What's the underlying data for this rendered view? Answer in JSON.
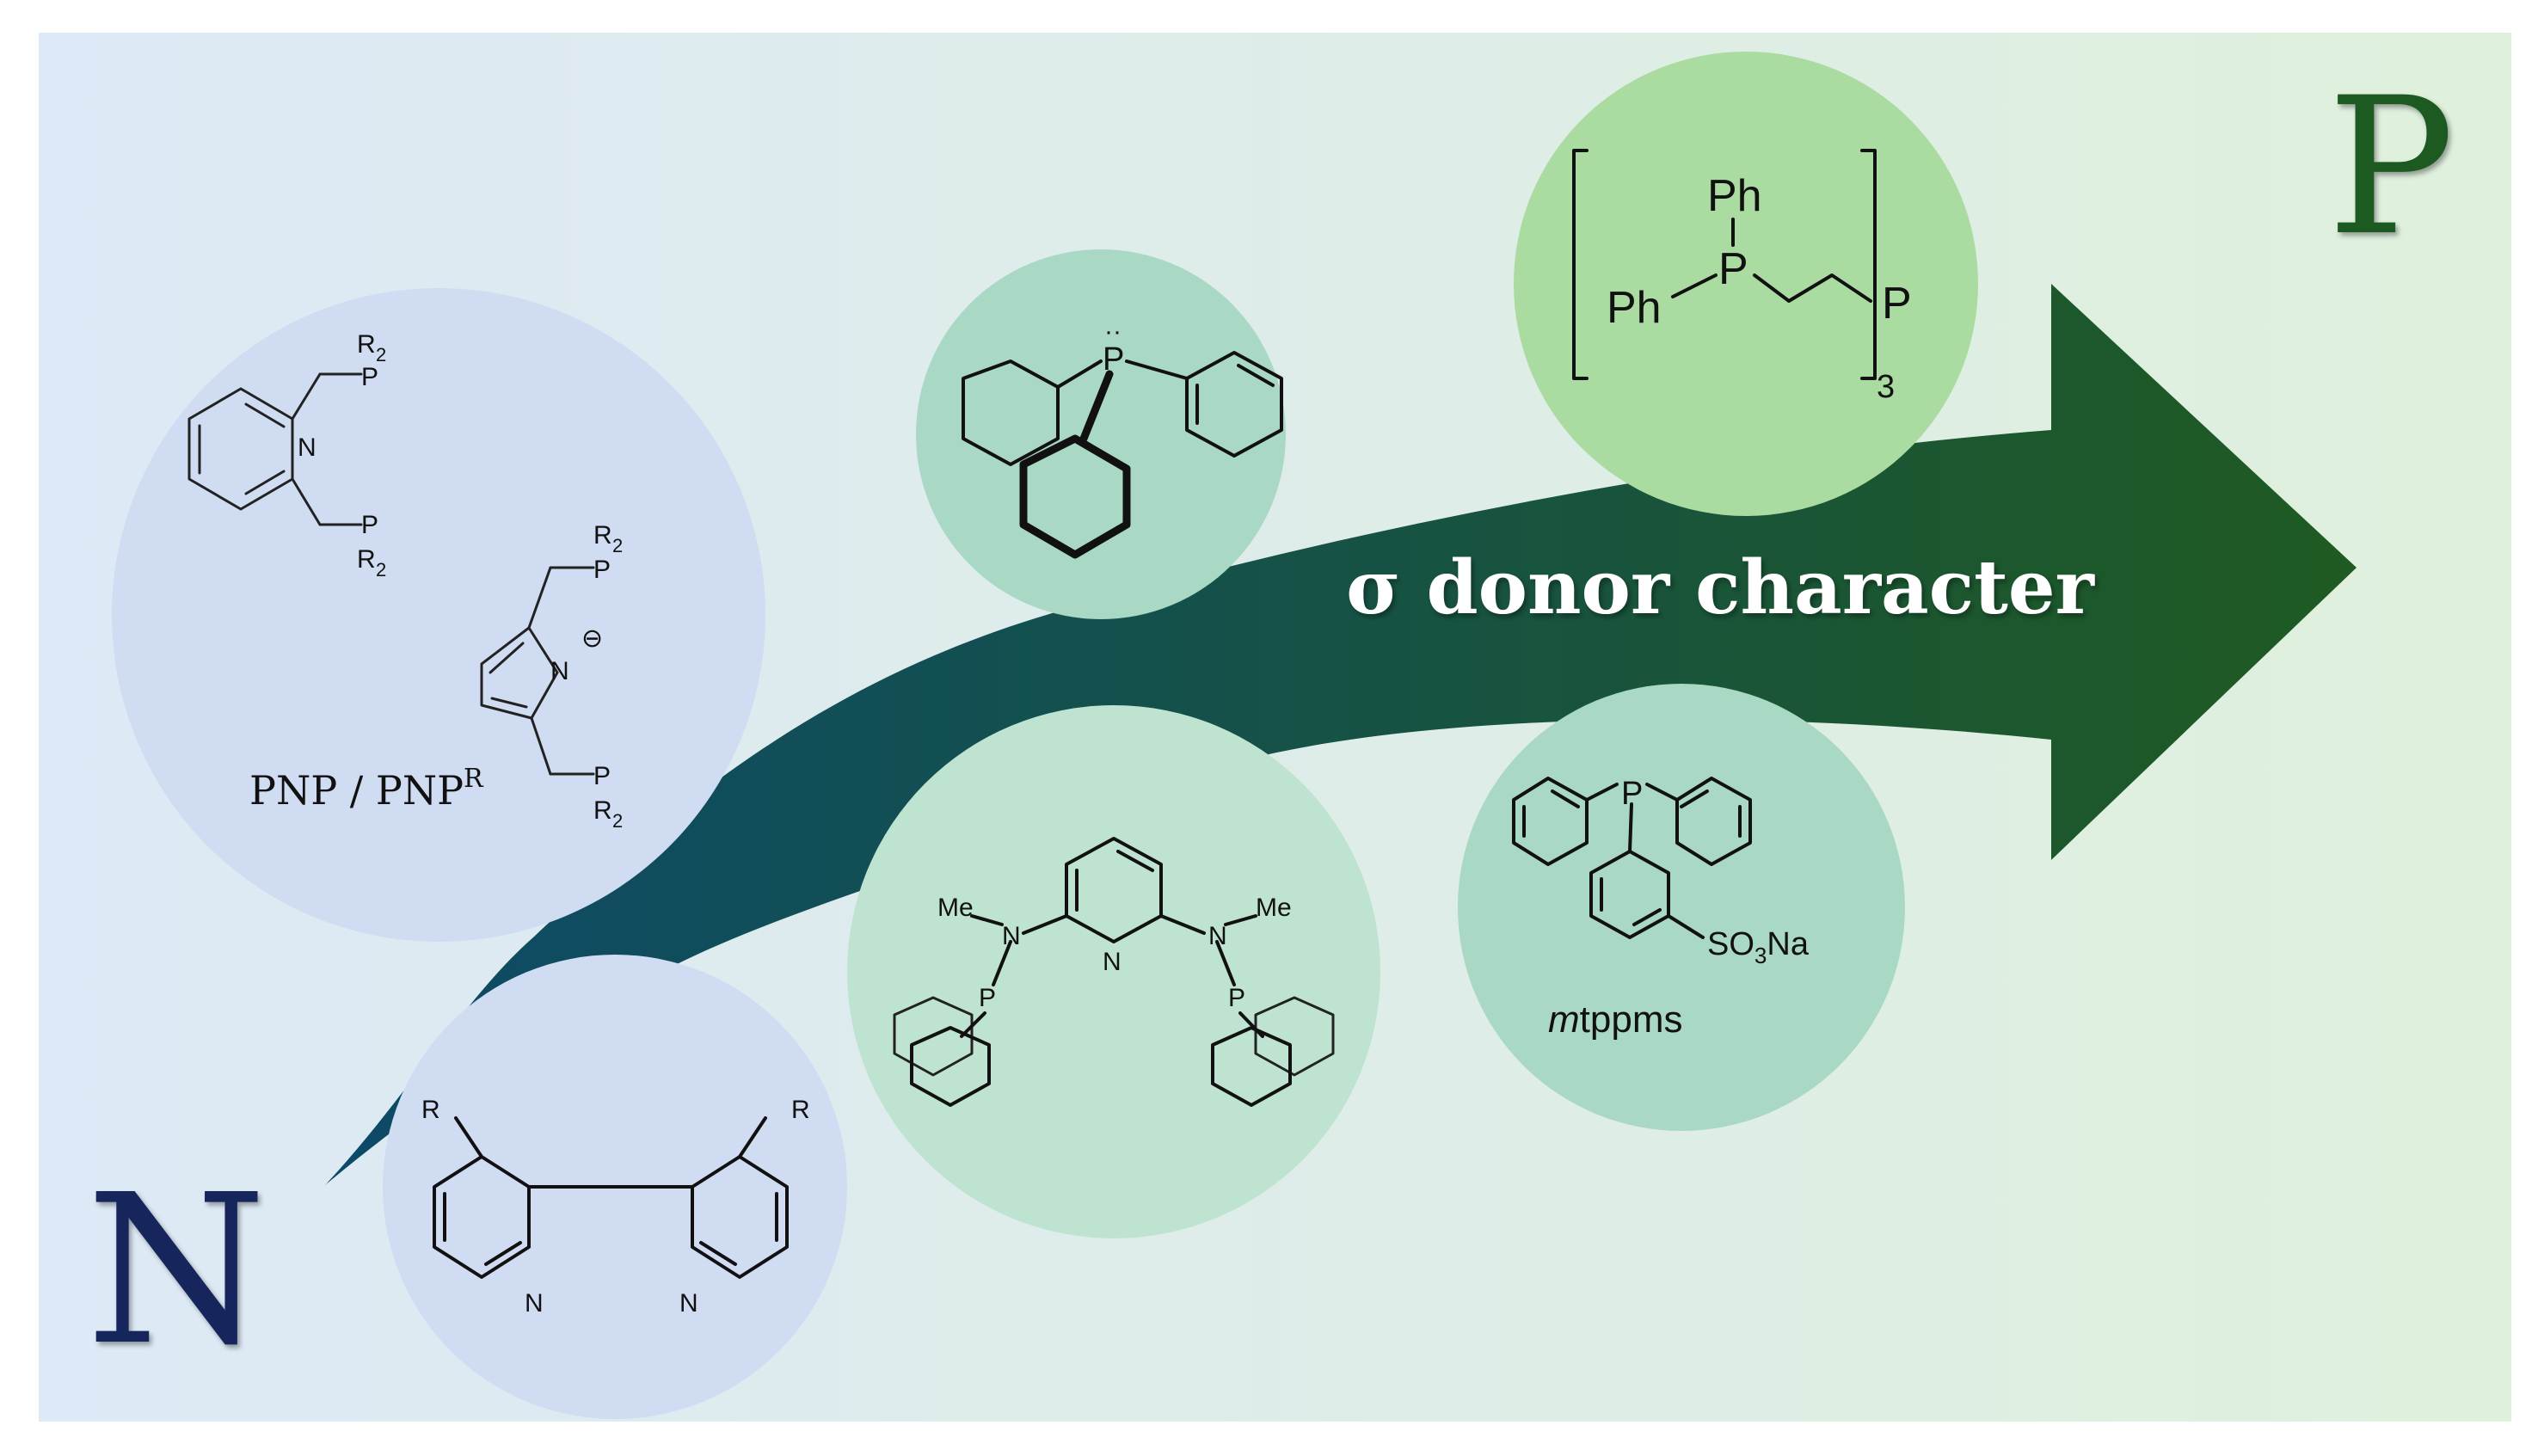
{
  "figure": {
    "colors": {
      "background_left": "#dde9f6",
      "background_right": "#dff0dc",
      "arrow_start": "#0d4a68",
      "arrow_end": "#1f5a22",
      "letter_n": "#14285c",
      "letter_p": "#1f5a22",
      "circle_blue": "#cfdcf2",
      "circle_teal": "#a9d8c4",
      "circle_green": "#aadba0",
      "circle_mint": "#bfe3d1"
    },
    "endpoints": {
      "n_label": "N",
      "p_label": "P"
    },
    "arrow_label": "σ donor character",
    "ligands": {
      "pnp": {
        "caption": "PNP / PNP",
        "caption_sup": "R",
        "atoms": {
          "n_pyridine": "N",
          "n_pyrrolide": "N",
          "charge": "⊖",
          "p": "P",
          "r2": "R",
          "r2_sub": "2"
        }
      },
      "bipyridine": {
        "atoms": {
          "r": "R",
          "n": "N"
        }
      },
      "triphenylphosphine": {
        "atoms": {
          "p": "P",
          "lone_pair": "··"
        }
      },
      "aminopyridine": {
        "atoms": {
          "me": "Me",
          "n": "N",
          "p": "P"
        }
      },
      "triphos": {
        "atoms": {
          "ph": "Ph",
          "p": "P",
          "subscript": "3"
        }
      },
      "mtppms": {
        "caption_italic": "m",
        "caption_rest": "tppms",
        "atoms": {
          "p": "P",
          "so3na_a": "SO",
          "so3na_sub": "3",
          "so3na_b": "Na"
        }
      }
    }
  }
}
